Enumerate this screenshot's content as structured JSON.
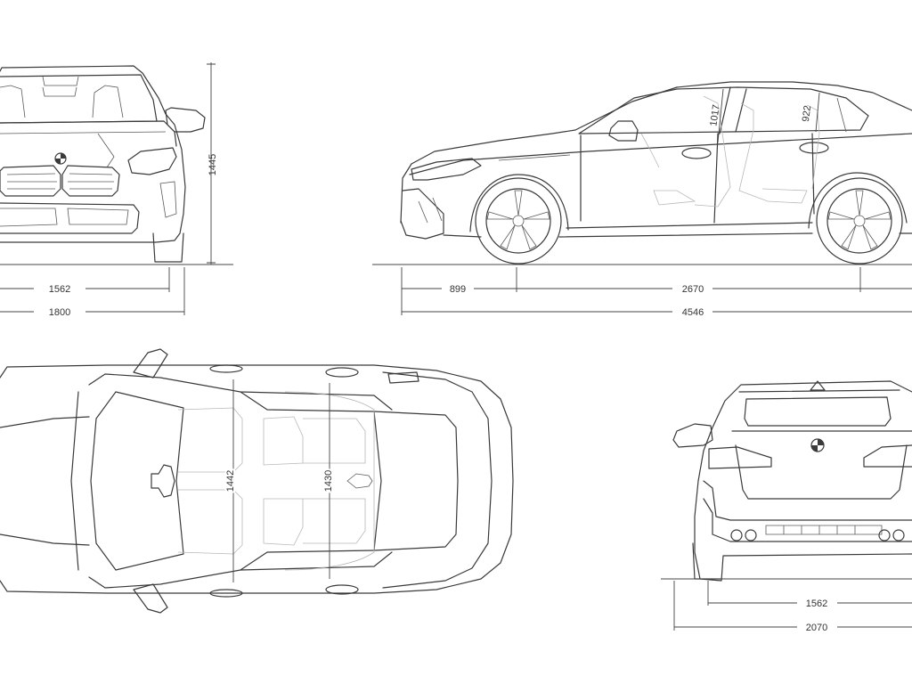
{
  "dimensions": {
    "front_height": "1445",
    "front_track": "1562",
    "front_width": "1800",
    "front_overhang": "899",
    "wheelbase": "2670",
    "length": "4546",
    "front_headroom": "1017",
    "rear_headroom": "922",
    "front_shoulder": "1442",
    "rear_shoulder": "1430",
    "rear_track": "1562",
    "width_with_mirrors": "2070"
  },
  "colors": {
    "line": "#3a3a3a",
    "ghost": "#b8b8b8",
    "background": "#ffffff"
  },
  "icons": {
    "logo": "bmw-roundel-icon",
    "wheel": "five-spoke-wheel-icon"
  }
}
